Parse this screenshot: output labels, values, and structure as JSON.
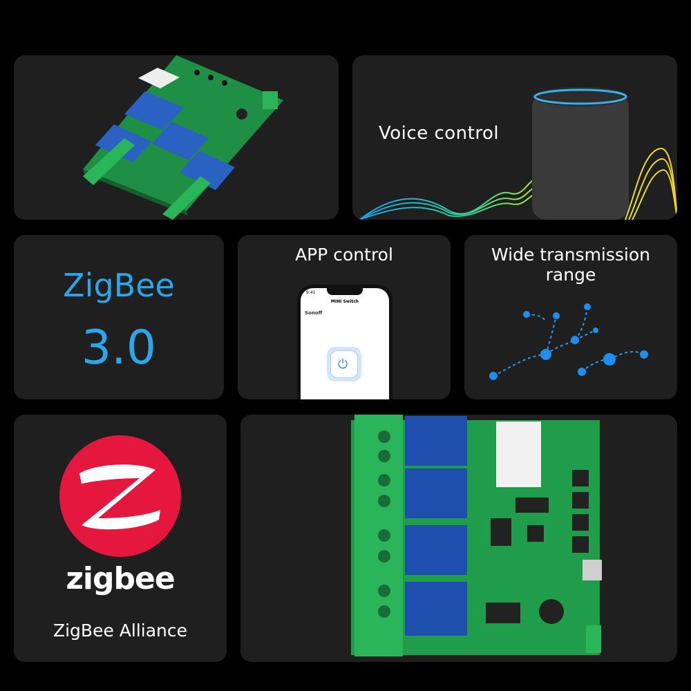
{
  "cards": {
    "voice": {
      "label": "Voice control"
    },
    "zigbee_version": {
      "title": "ZigBee",
      "version": "3.0"
    },
    "app": {
      "label": "APP control",
      "phone": {
        "time": "9:41",
        "screen_title": "MINI Switch",
        "brand": "Sonoff",
        "power_icon": "power-icon"
      }
    },
    "range": {
      "label": "Wide transmission range"
    },
    "alliance": {
      "logo_text": "zigbee",
      "label": "ZigBee Alliance"
    }
  },
  "colors": {
    "accent_blue": "#2aa6ea",
    "zigbee_red": "#e5173f",
    "card_bg": "#1f1f1f",
    "pcb_green": "#1f9d4a",
    "relay_blue": "#1f4fae"
  }
}
